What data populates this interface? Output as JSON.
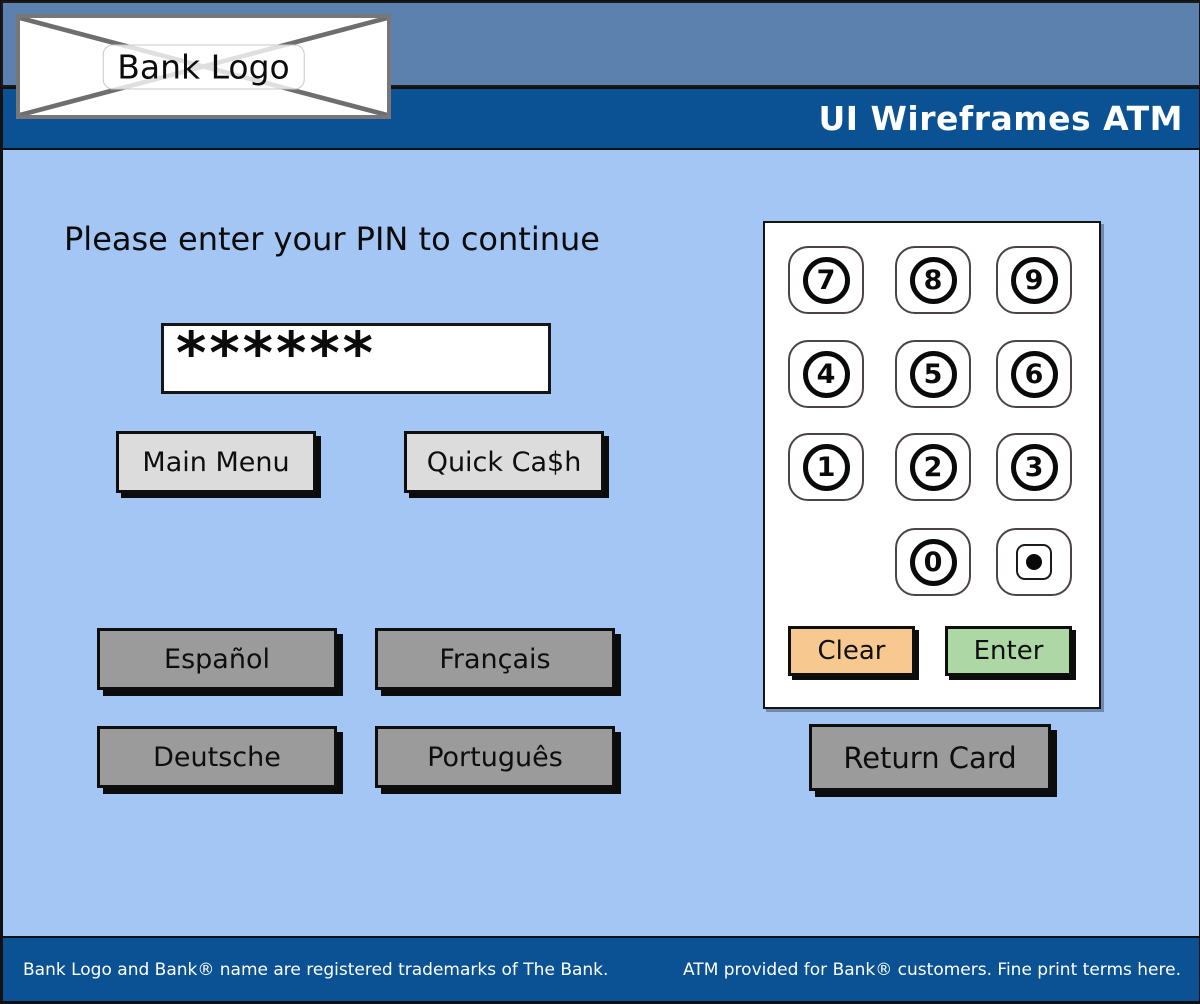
{
  "header": {
    "logo_label": "Bank Logo",
    "title": "UI Wireframes ATM"
  },
  "main": {
    "heading": "Please enter your PIN to continue",
    "pin_value": "******",
    "buttons": {
      "main_menu": "Main Menu",
      "quick_cash": "Quick Ca$h",
      "return_card": "Return Card"
    },
    "languages": [
      "Español",
      "Français",
      "Deutsche",
      "Português"
    ]
  },
  "keypad": {
    "rows": [
      [
        "7",
        "8",
        "9"
      ],
      [
        "4",
        "5",
        "6"
      ],
      [
        "1",
        "2",
        "3"
      ]
    ],
    "zero": "0",
    "decimal_icon": "dot-icon",
    "clear": "Clear",
    "enter": "Enter"
  },
  "footer": {
    "left": "Bank Logo and Bank® name are registered trademarks of The Bank.",
    "right": "ATM provided for Bank® customers. Fine print terms here."
  },
  "colors": {
    "header_band": "#5d81ae",
    "title_band": "#0b5294",
    "screen_bg": "#a3c6f4",
    "button_light": "#dcdcdc",
    "button_gray": "#9b9b9b",
    "clear_bg": "#f8c891",
    "enter_bg": "#aed7a6",
    "footer_bg": "#0b5294"
  }
}
